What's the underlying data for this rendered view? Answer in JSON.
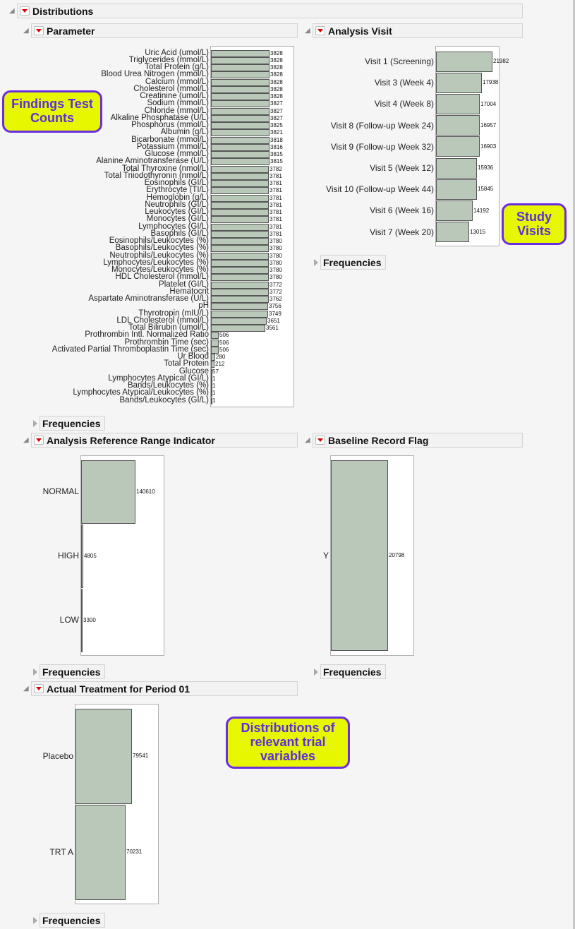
{
  "title": "Distributions",
  "frequencies_label": "Frequencies",
  "colors": {
    "bar": "#b9c8b9",
    "callout_bg": "#e6f700",
    "callout_border": "#6a2de0"
  },
  "panels": {
    "parameter": {
      "title": "Parameter",
      "items": [
        [
          "Uric Acid (umol/L)",
          3828
        ],
        [
          "Triglycerides (mmol/L)",
          3828
        ],
        [
          "Total Protein (g/L)",
          3828
        ],
        [
          "Blood Urea Nitrogen (mmol/L)",
          3828
        ],
        [
          "Calcium (mmol/L)",
          3828
        ],
        [
          "Cholesterol (mmol/L)",
          3828
        ],
        [
          "Creatinine (umol/L)",
          3828
        ],
        [
          "Sodium (mmol/L)",
          3827
        ],
        [
          "Chloride (mmol/L)",
          3827
        ],
        [
          "Alkaline Phosphatase (U/L)",
          3827
        ],
        [
          "Phosphorus (mmol/L)",
          3825
        ],
        [
          "Albumin (g/L)",
          3821
        ],
        [
          "Bicarbonate (mmol/L)",
          3818
        ],
        [
          "Potassium (mmol/L)",
          3816
        ],
        [
          "Glucose (mmol/L)",
          3815
        ],
        [
          "Alanine Aminotransferase (U/L)",
          3815
        ],
        [
          "Total Thyroxine (nmol/L)",
          3782
        ],
        [
          "Total Triiodothyronin (nmol/L)",
          3781
        ],
        [
          "Eosinophils (GI/L)",
          3781
        ],
        [
          "Erythrocyte (TI/L)",
          3781
        ],
        [
          "Hemoglobin (g/L)",
          3781
        ],
        [
          "Neutrophils (GI/L)",
          3781
        ],
        [
          "Leukocytes (GI/L)",
          3781
        ],
        [
          "Monocytes (GI/L)",
          3781
        ],
        [
          "Lymphocytes (GI/L)",
          3781
        ],
        [
          "Basophils (GI/L)",
          3781
        ],
        [
          "Eosinophils/Leukocytes (%)",
          3780
        ],
        [
          "Basophils/Leukocytes (%)",
          3780
        ],
        [
          "Neutrophils/Leukocytes (%)",
          3780
        ],
        [
          "Lymphocytes/Leukocytes (%)",
          3780
        ],
        [
          "Monocytes/Leukocytes (%)",
          3780
        ],
        [
          "HDL Cholesterol (mmol/L)",
          3780
        ],
        [
          "Platelet (GI/L)",
          3772
        ],
        [
          "Hematocrit",
          3772
        ],
        [
          "Aspartate Aminotransferase (U/L)",
          3762
        ],
        [
          "pH",
          3756
        ],
        [
          "Thyrotropin (mIU/L)",
          3749
        ],
        [
          "LDL Cholesterol (mmol/L)",
          3651
        ],
        [
          "Total Bilirubin (umol/L)",
          3561
        ],
        [
          "Prothrombin Intl. Normalized Ratio",
          506
        ],
        [
          "Prothrombin Time (sec)",
          506
        ],
        [
          "Activated Partial Thromboplastin Time (sec)",
          506
        ],
        [
          "Ur Blood",
          280
        ],
        [
          "Total Protein",
          212
        ],
        [
          "Glucose",
          57
        ],
        [
          "Lymphocytes Atypical (GI/L)",
          1
        ],
        [
          "Bands/Leukocytes (%)",
          1
        ],
        [
          "Lymphocytes Atypical/Leukocytes (%)",
          1
        ],
        [
          "Bands/Leukocytes (GI/L)",
          1
        ]
      ]
    },
    "visit": {
      "title": "Analysis Visit",
      "items": [
        [
          "Visit 1 (Screening)",
          21982
        ],
        [
          "Visit 3 (Week 4)",
          17938
        ],
        [
          "Visit 4 (Week 8)",
          17004
        ],
        [
          "Visit 8 (Follow-up Week 24)",
          16957
        ],
        [
          "Visit 9 (Follow-up Week 32)",
          16903
        ],
        [
          "Visit 5 (Week 12)",
          15936
        ],
        [
          "Visit 10 (Follow-up Week 44)",
          15845
        ],
        [
          "Visit 6 (Week 16)",
          14192
        ],
        [
          "Visit 7 (Week 20)",
          13015
        ]
      ]
    },
    "range": {
      "title": "Analysis Reference Range Indicator",
      "items": [
        [
          "NORMAL",
          140610
        ],
        [
          "HIGH",
          4805
        ],
        [
          "LOW",
          3300
        ]
      ]
    },
    "baseline": {
      "title": "Baseline Record Flag",
      "items": [
        [
          "Y",
          20798
        ]
      ]
    },
    "treatment": {
      "title": "Actual Treatment for Period 01",
      "items": [
        [
          "Placebo",
          79541
        ],
        [
          "TRT A",
          70231
        ]
      ]
    }
  },
  "callouts": {
    "findings": "Findings Test Counts",
    "visits": "Study Visits",
    "distributions": "Distributions of relevant trial variables"
  }
}
